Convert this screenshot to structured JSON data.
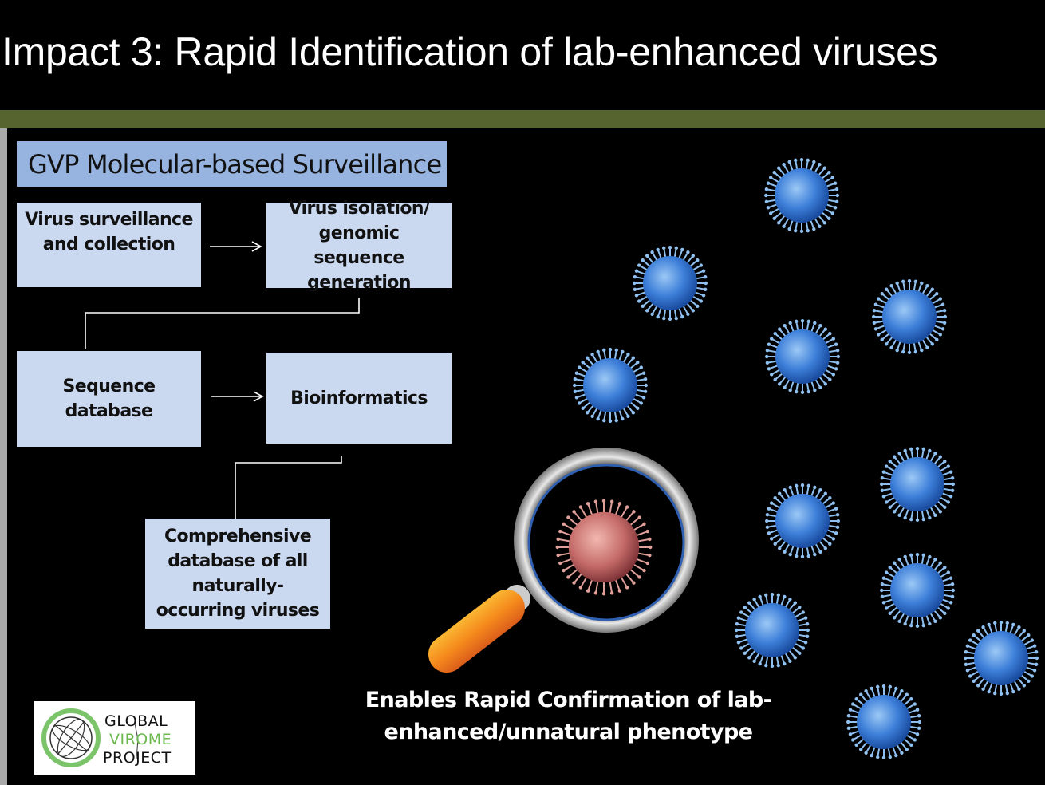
{
  "title": "Impact 3: Rapid Identification of lab-enhanced viruses",
  "diagram": {
    "header": "GVP Molecular-based Surveillance",
    "nodes": [
      {
        "id": "collect",
        "label": "Virus surveillance and collection"
      },
      {
        "id": "isolate",
        "label": "Virus isolation/ genomic sequence generation"
      },
      {
        "id": "seqdb",
        "label": "Sequence database"
      },
      {
        "id": "bioinf",
        "label": "Bioinformatics"
      },
      {
        "id": "compdb",
        "label": "Comprehensive database of all naturally-occurring viruses"
      }
    ],
    "edges": [
      {
        "from": "collect",
        "to": "isolate"
      },
      {
        "from": "isolate",
        "to": "seqdb"
      },
      {
        "from": "seqdb",
        "to": "bioinf"
      },
      {
        "from": "bioinf",
        "to": "compdb"
      }
    ]
  },
  "caption": {
    "line1": "Enables Rapid Confirmation of lab-",
    "line2": "enhanced/unnatural phenotype"
  },
  "logo": {
    "line1": "GLOBAL",
    "line2": "VIROME",
    "line3": "PROJECT"
  },
  "colors": {
    "accent_bar": "#56642f",
    "header": "#97b4e0",
    "box": "#cad9f0",
    "virus": "#3d7fd9",
    "target_virus": "#d47878"
  }
}
